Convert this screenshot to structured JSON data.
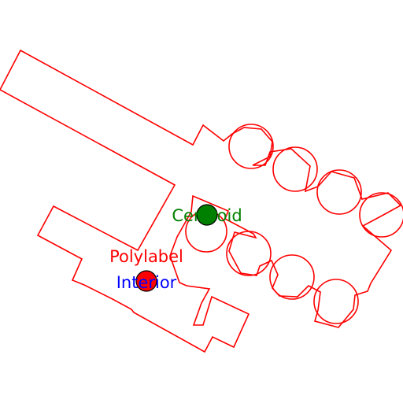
{
  "colors": {
    "polygon": "#ff0000",
    "centroid": "#008000",
    "polylabel": "#ff0000",
    "interior": "#0000ff",
    "marker_outline": "#000000",
    "background": "#ffffff"
  },
  "labels": {
    "centroid": "Centroid",
    "polylabel": "Polylabel",
    "interior": "Interior"
  }
}
